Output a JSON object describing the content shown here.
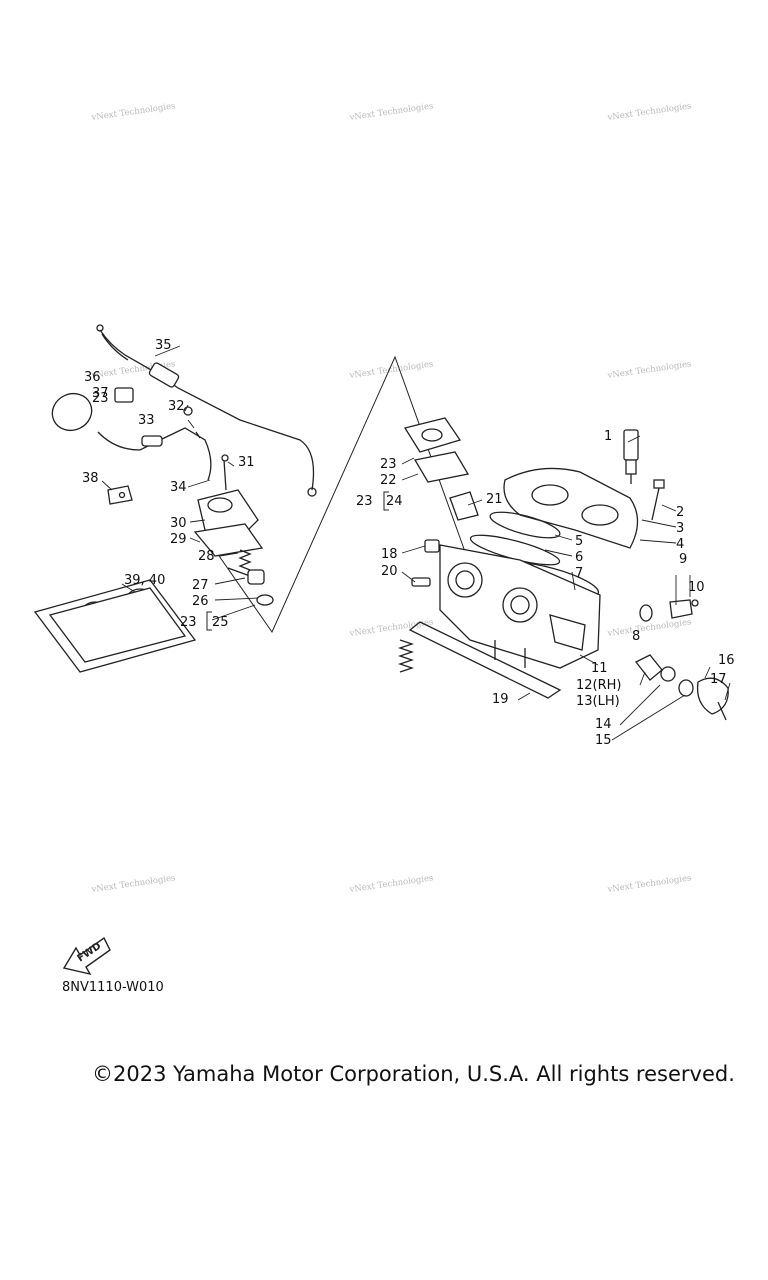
{
  "watermark_text": "vNext Technologies",
  "diagram_code": "8NV1110-W010",
  "copyright": "©2023 Yamaha Motor Corporation, U.S.A. All rights reserved.",
  "fwd_label": "FWD",
  "callouts": [
    "1",
    "2",
    "3",
    "4",
    "5",
    "6",
    "7",
    "8",
    "9",
    "10",
    "11",
    "12(RH)",
    "13(LH)",
    "14",
    "15",
    "16",
    "17",
    "18",
    "19",
    "20",
    "21",
    "22",
    "23",
    "23",
    "23",
    "23",
    "24",
    "25",
    "26",
    "27",
    "28",
    "29",
    "30",
    "31",
    "32",
    "33",
    "34",
    "35",
    "36",
    "37",
    "38",
    "39, 40"
  ]
}
